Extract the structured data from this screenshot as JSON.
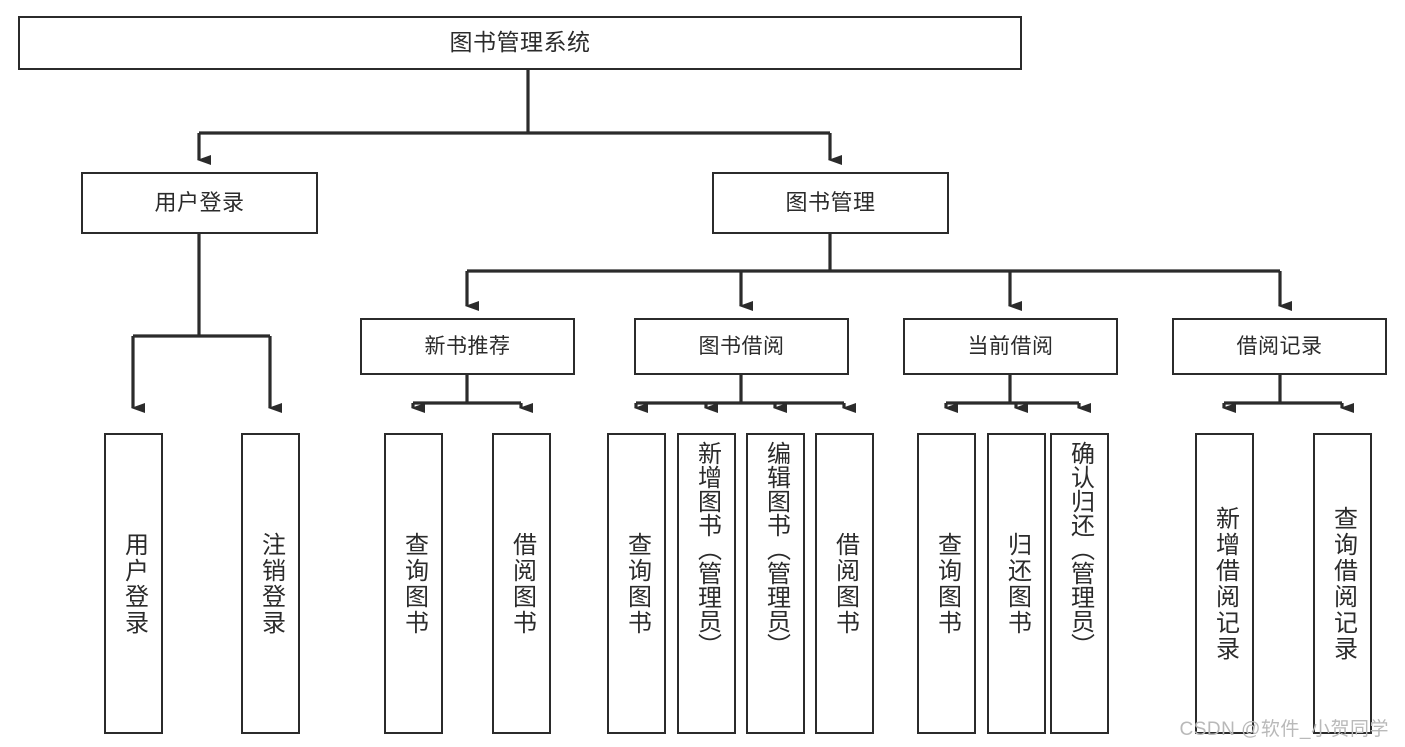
{
  "diagram": {
    "title": "图书管理系统",
    "type": "tree-hierarchy-diagram",
    "root": {
      "id": "root",
      "label": "图书管理系统"
    },
    "level2": [
      {
        "id": "user-login",
        "label": "用户登录"
      },
      {
        "id": "book-management",
        "label": "图书管理"
      }
    ],
    "level3": [
      {
        "id": "new-book-recommend",
        "label": "新书推荐",
        "parent": "book-management"
      },
      {
        "id": "book-borrow",
        "label": "图书借阅",
        "parent": "book-management"
      },
      {
        "id": "current-borrow",
        "label": "当前借阅",
        "parent": "book-management"
      },
      {
        "id": "borrow-record",
        "label": "借阅记录",
        "parent": "book-management"
      }
    ],
    "leaves": {
      "user_login": [
        {
          "id": "leaf-user-login",
          "label": "用户登录"
        },
        {
          "id": "leaf-logout-login",
          "label": "注销登录"
        }
      ],
      "new_book_recommend": [
        {
          "id": "leaf-query-book-1",
          "label": "查询图书"
        },
        {
          "id": "leaf-borrow-book-1",
          "label": "借阅图书"
        }
      ],
      "book_borrow": [
        {
          "id": "leaf-query-book-2",
          "label": "查询图书"
        },
        {
          "id": "leaf-add-book-admin",
          "label": "新增图书（管理员）"
        },
        {
          "id": "leaf-edit-book-admin",
          "label": "编辑图书（管理员）"
        },
        {
          "id": "leaf-borrow-book-2",
          "label": "借阅图书"
        }
      ],
      "current_borrow": [
        {
          "id": "leaf-query-book-3",
          "label": "查询图书"
        },
        {
          "id": "leaf-return-book",
          "label": "归还图书"
        },
        {
          "id": "leaf-confirm-return-admin",
          "label": "确认归还（管理员）"
        }
      ],
      "borrow_record": [
        {
          "id": "leaf-add-borrow-record",
          "label": "新增借阅记录"
        },
        {
          "id": "leaf-query-borrow-record",
          "label": "查询借阅记录"
        }
      ]
    },
    "colors": {
      "stroke": "#2b2b2b",
      "fill": "#ffffff",
      "text": "#2b2b2b",
      "watermark": "#b9b9b9"
    }
  },
  "watermark": {
    "text": "CSDN @软件_小贺同学"
  }
}
